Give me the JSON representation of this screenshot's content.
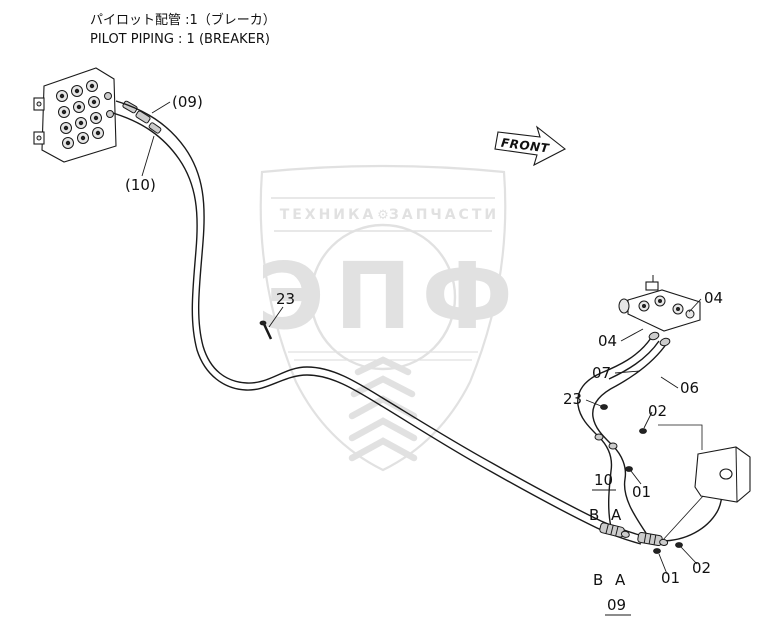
{
  "title": {
    "jp": "パイロット配管 :1（ブレーカ）",
    "en": "PILOT PIPING : 1 (BREAKER)"
  },
  "front_arrow": {
    "label": "FRONT"
  },
  "watermark": {
    "left": "ТЕХНИКА",
    "right": "ЗАПЧАСТИ",
    "gear_icon": "⚙",
    "big": "ЭПФ"
  },
  "callouts": {
    "c09": "(09)",
    "c10": "(10)",
    "c23_left": "23",
    "c04_top": "04",
    "c04_mid": "04",
    "c07": "07",
    "c06": "06",
    "c23_right": "23",
    "c02_upper": "02",
    "c01_upper": "01",
    "c10_ref": "10",
    "port_b_upper": "B",
    "port_a_upper": "A",
    "c02_lower": "02",
    "c01_lower": "01",
    "port_b_lower": "B",
    "port_a_lower": "A",
    "c09_ref": "09"
  },
  "colors": {
    "line": "#1a1a1a",
    "watermark": "#c9c9c9"
  }
}
